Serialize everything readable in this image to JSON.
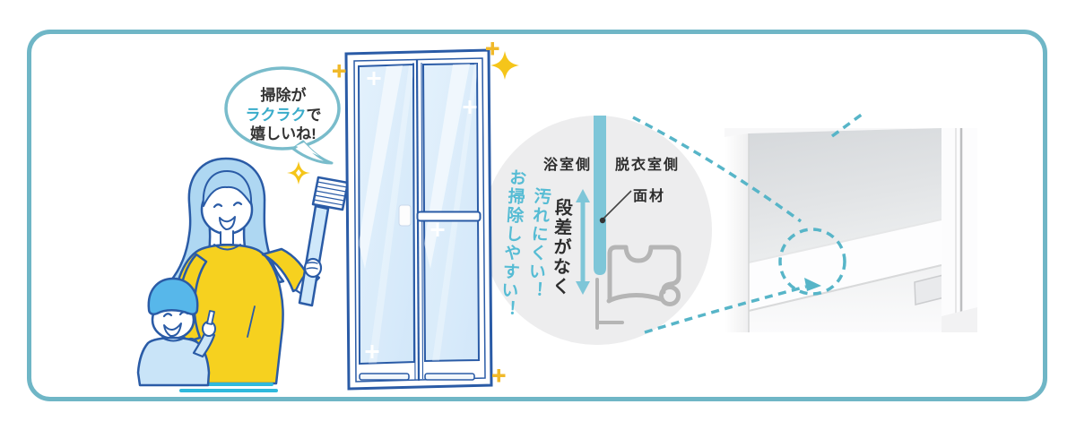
{
  "bubble": {
    "line1": "掃除が",
    "highlight": "ラクラク",
    "suffix": "で",
    "line2": "嬉しいね!"
  },
  "diagram": {
    "bath_side": "浴室側",
    "dressing_side": "脱衣室側",
    "material": "面材",
    "no_step": "段差がなく",
    "hard_to_stain": "汚れにくい！",
    "easy_to_clean": "お掃除しやすい！"
  },
  "colors": {
    "border_teal": "#6fb6c6",
    "accent_teal": "#3aacca",
    "vertical_text_teal": "#56bcd4",
    "dashed_teal": "#57b5c8",
    "material_bar_teal": "#7ec6d8",
    "outline_navy": "#2a5ba6",
    "shirt_yellow": "#f6d11f",
    "sparkle_yellow": "#f5c51a",
    "circle_gray": "#ededee",
    "profile_gray": "#b5b5b5",
    "glass_blue": "#d7eafa",
    "hair_blue": "#aed7f2",
    "text_black": "#333333"
  },
  "icons": {
    "sparkle_star": "✦",
    "sparkle_plus": "✚",
    "double_arrow": "↕",
    "magnifier_dashed_circle": "◌"
  }
}
